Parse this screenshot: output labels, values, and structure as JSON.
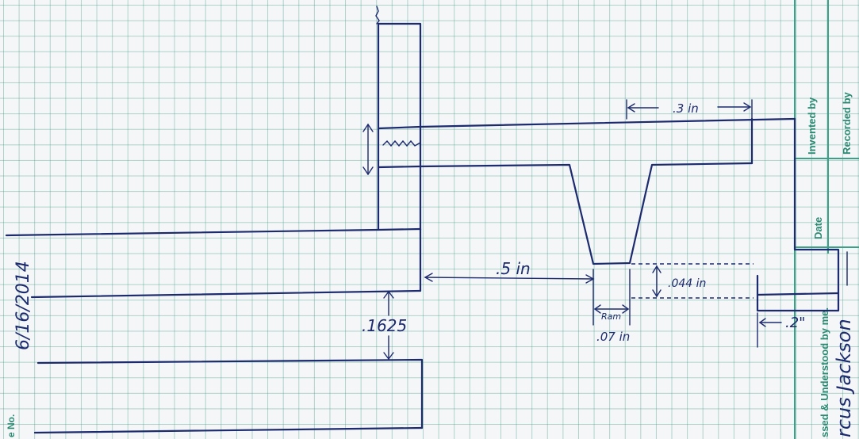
{
  "notebook_form": {
    "invented_by": "Invented by",
    "recorded_by": "Recorded by",
    "date": "Date",
    "witnessed": "ssed & Understood by me.",
    "page_no": "e No."
  },
  "handwriting": {
    "date": "6/16/2014",
    "signature": "rcus Jackson"
  },
  "dimensions": {
    "top_width": ".3 in",
    "channel_offset": ".5 in",
    "channel_depth": ".044 in",
    "channel_bottom_label": "Ram",
    "channel_bottom": ".07 in",
    "right_step": ".2\"",
    "gap": ".1625"
  },
  "colors": {
    "ink": "#1c2a6e",
    "grid": "#3c9682",
    "form_text": "#2b8a74",
    "paper": "#f4f6f7"
  }
}
